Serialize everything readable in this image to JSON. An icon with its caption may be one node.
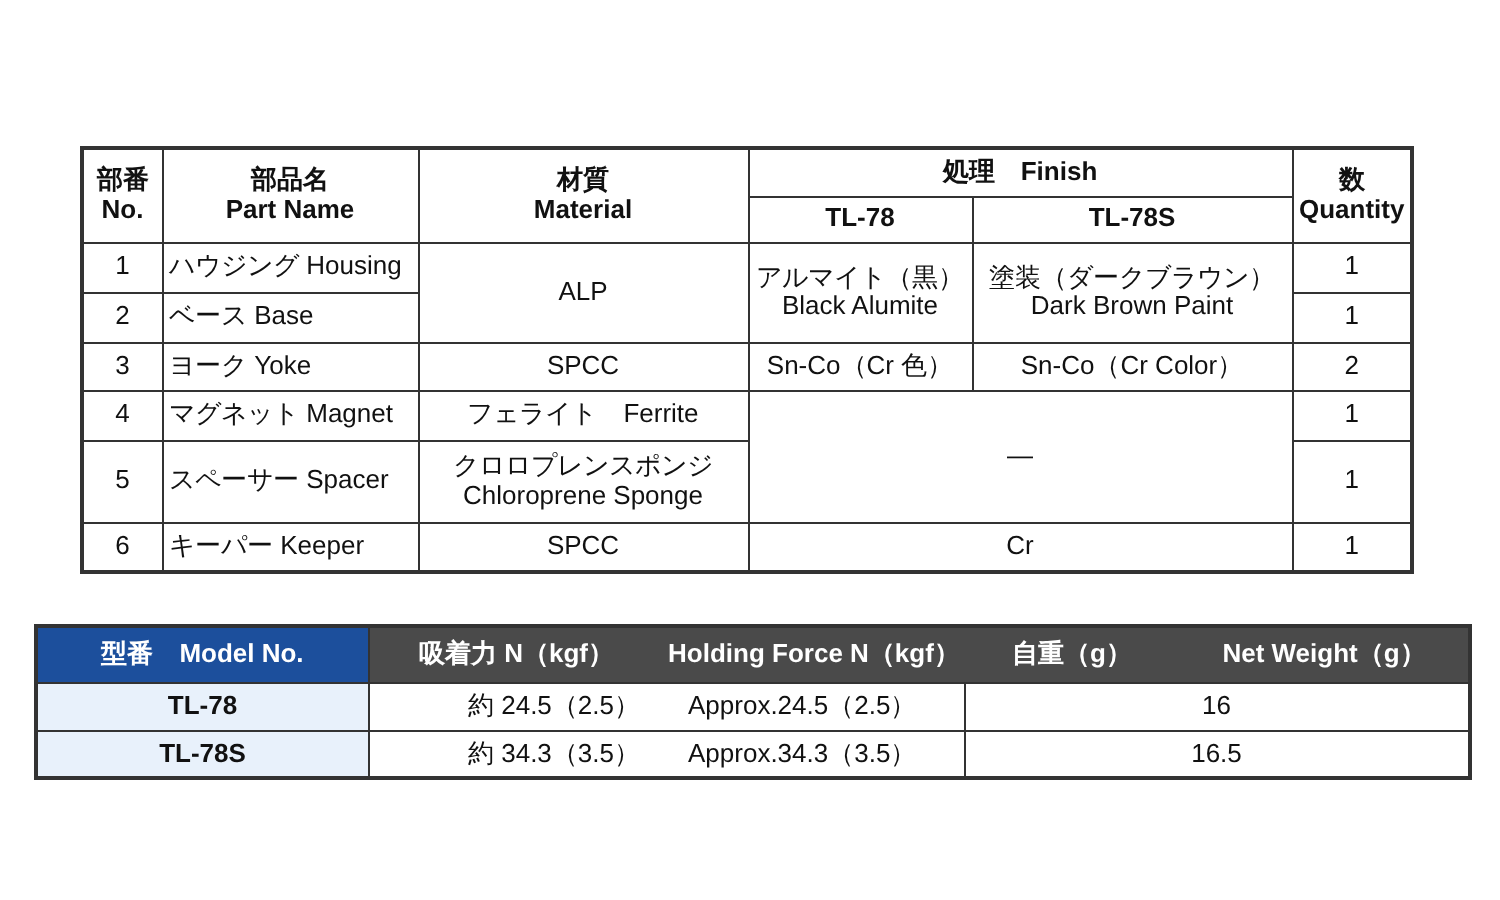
{
  "diagram": {
    "labels": [
      "部番",
      "部品名",
      "材質",
      "処理　Finish",
      "数",
      "No.",
      "Part Name",
      "Material",
      "TL-78",
      "TL-78S",
      "Quantity",
      "1",
      "ハウジング Housing",
      "ALP",
      "アルマイト（黒）",
      "Black Alumite",
      "塗装（ダークブラウン）",
      "Dark Brown Paint",
      "1",
      "2",
      "ベース Base",
      "1",
      "3",
      "ヨーク Yoke",
      "SPCC",
      "Sn-Co（Cr 色）",
      "Sn-Co（Cr Color）",
      "2",
      "4",
      "マグネット Magnet",
      "フェライト　Ferrite",
      "—",
      "1",
      "5",
      "スペーサー Spacer",
      "クロロプレンスポンジ",
      "Chloroprene Sponge",
      "1",
      "6",
      "キーパー Keeper",
      "SPCC",
      "Cr",
      "1",
      "型番　Model No.",
      "吸着力 N（kgf）",
      "Holding Force N（kgf）",
      "自重（g）",
      "Net Weight（g）",
      "TL-78",
      "約 24.5（2.5）",
      "Approx.24.5（2.5）",
      "16",
      "TL-78S",
      "約 34.3（3.5）",
      "Approx.34.3（3.5）",
      "16.5"
    ]
  }
}
